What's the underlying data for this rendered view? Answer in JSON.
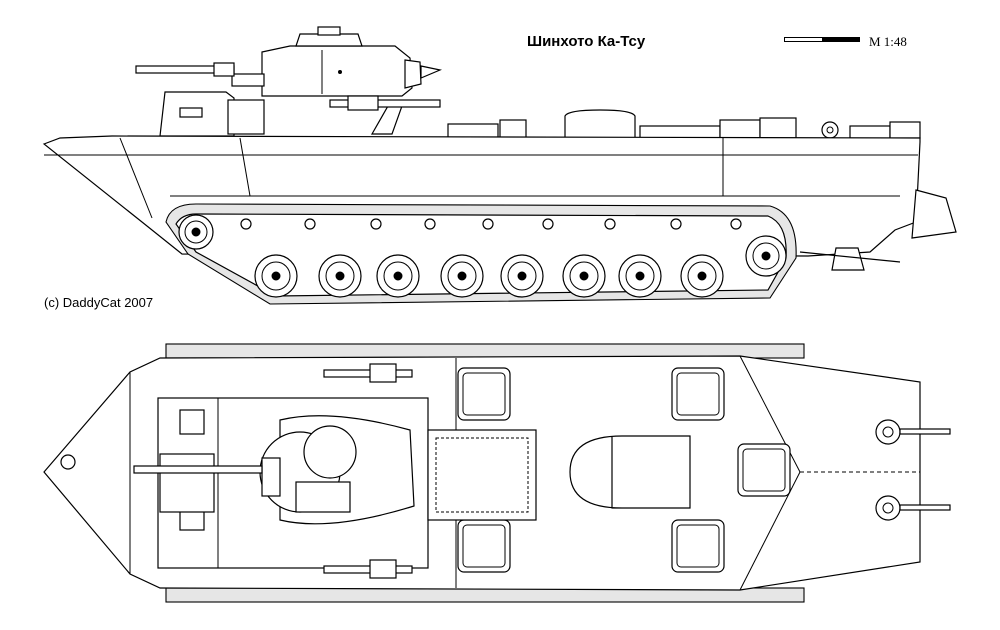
{
  "title": "Шинхото Ка-Тсу",
  "scale": {
    "label": "M 1:48"
  },
  "credit": "(c) DaddyCat 2007"
}
